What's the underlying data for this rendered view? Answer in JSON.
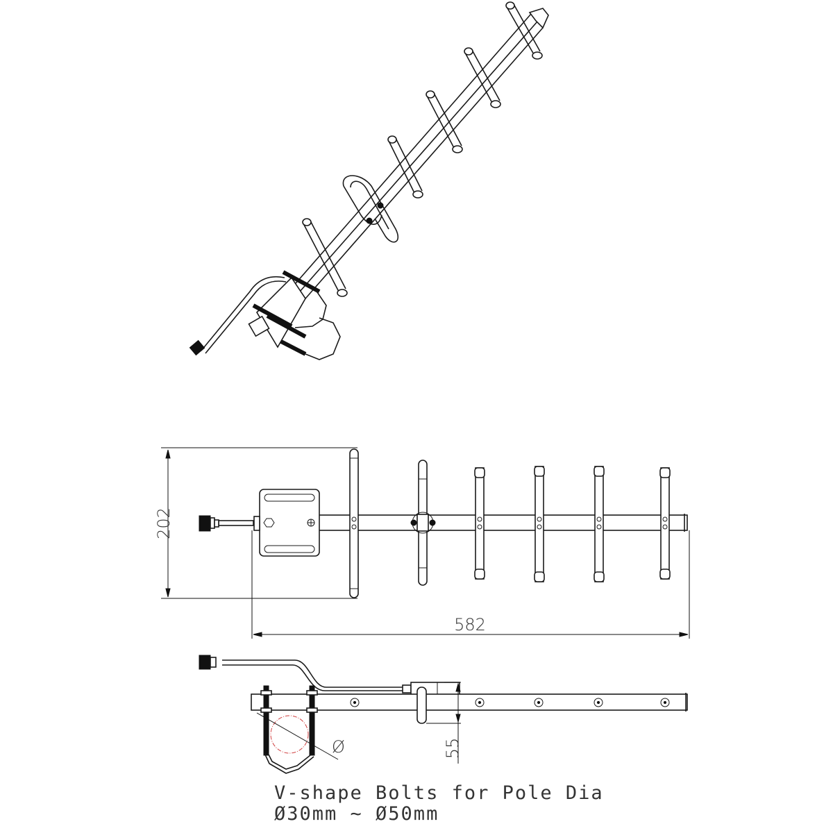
{
  "drawing": {
    "subject": "Yagi antenna with V-shape bolt pole mount",
    "views": [
      "isometric-view",
      "top-view",
      "side-view"
    ],
    "dimensions": {
      "height": "202",
      "length": "582",
      "mount_offset": "55",
      "diameter_symbol": "Ø"
    },
    "elements_count": 6,
    "note": {
      "line1": "V-shape Bolts for Pole Dia",
      "line2": "Ø30mm ~ Ø50mm"
    },
    "colors": {
      "line": "#1a1a1a",
      "pole_circle": "#d04040",
      "background": "#ffffff"
    }
  }
}
